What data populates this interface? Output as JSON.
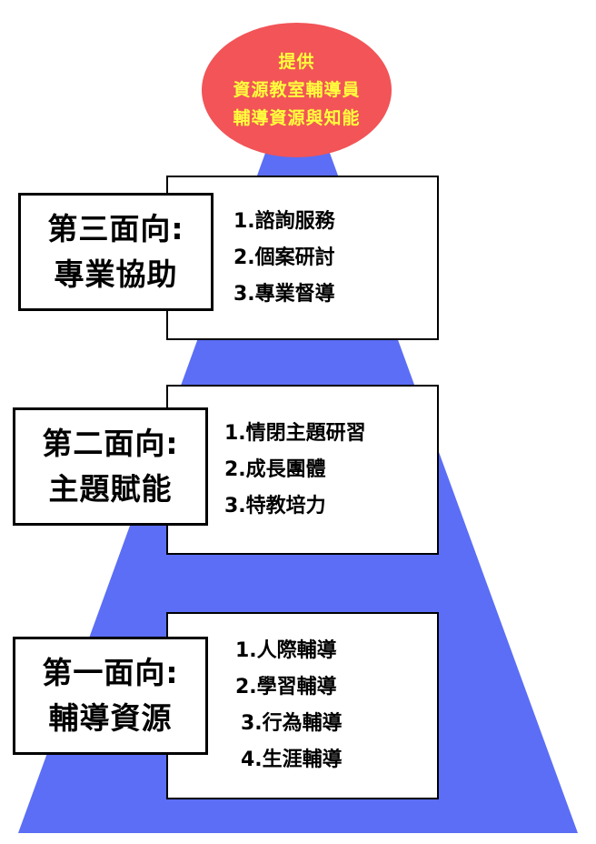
{
  "colors": {
    "pyramid": "#5b6ef5",
    "oval": "#f25457",
    "oval_text": "#ffff3c"
  },
  "top": {
    "lines": [
      "提供",
      "資源教室輔導員",
      "輔導資源與知能"
    ]
  },
  "levels": [
    {
      "title_line1": "第三面向:",
      "title_line2": "專業協助",
      "items": [
        "1.諮詢服務",
        "2.個案研討",
        "3.專業督導"
      ]
    },
    {
      "title_line1": "第二面向:",
      "title_line2": "主題賦能",
      "items": [
        "1.情閉主題研習",
        "2.成長團體",
        "3.特教培力"
      ]
    },
    {
      "title_line1": "第一面向:",
      "title_line2": "輔導資源",
      "items": [
        "1.人際輔導",
        "2.學習輔導",
        "3.行為輔導",
        "4.生涯輔導"
      ]
    }
  ]
}
